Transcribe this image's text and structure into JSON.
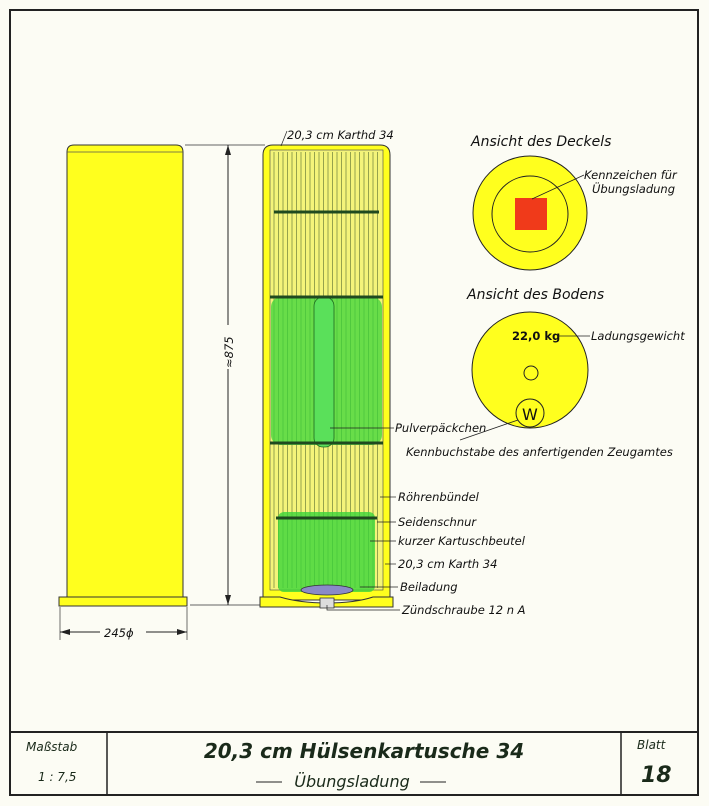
{
  "drawing": {
    "colors": {
      "casing": "#ffff1e",
      "powder": "#3ad63a",
      "marker": "#f03a1a",
      "line": "#1b1b1b",
      "paper": "#fcfcf4"
    },
    "dimensions": {
      "length": "≈875",
      "diameter": "245ϕ"
    },
    "labels": {
      "cap_top": "20,3 cm Karthd 34",
      "powder_packets": "Pulverpäckchen",
      "tube_bundle": "Röhrenbündel",
      "silk_cord": "Seidenschnur",
      "short_bag": "kurzer Kartuschbeutel",
      "cartridge_bag": "20,3 cm Karth 34",
      "igniter_charge": "Beiladung",
      "primer": "Zündschraube 12 n A"
    },
    "lid_view": {
      "heading": "Ansicht des Deckels",
      "marker_label_1": "Kennzeichen für",
      "marker_label_2": "Übungsladung"
    },
    "base_view": {
      "heading": "Ansicht des Bodens",
      "weight": "22,0 kg",
      "weight_label": "Ladungsgewicht",
      "maker_letter": "W",
      "maker_label": "Kennbuchstabe des anfertigenden Zeugamtes"
    }
  },
  "title_block": {
    "scale_label": "Maßstab",
    "scale_value": "1 : 7,5",
    "title": "20,3 cm Hülsenkartusche 34",
    "subtitle": "Übungsladung",
    "sheet_label": "Blatt",
    "sheet_number": "18"
  }
}
